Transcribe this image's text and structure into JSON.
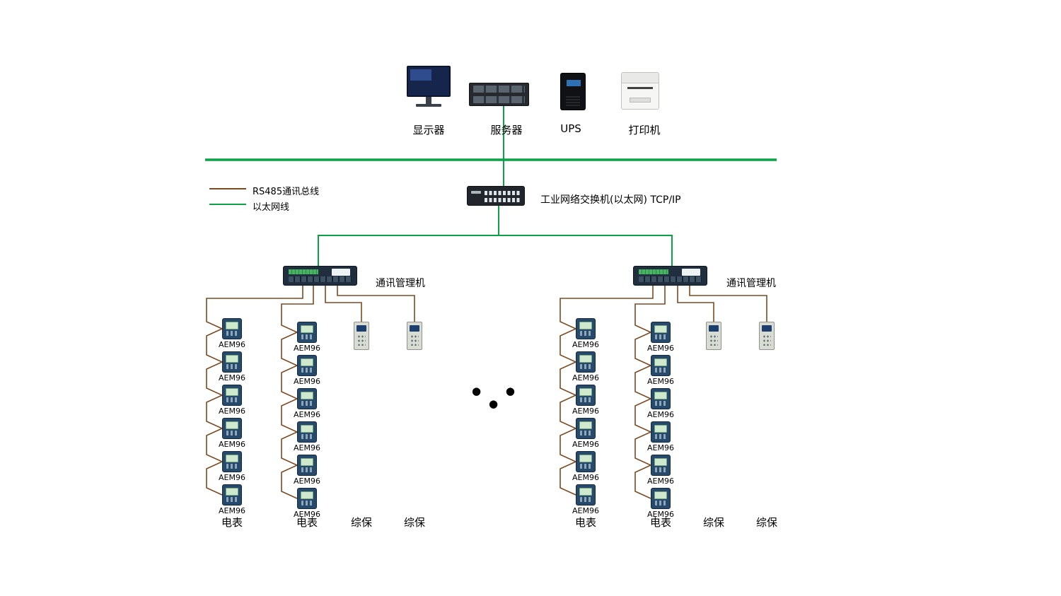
{
  "legend": {
    "items": [
      {
        "name": "rs485-bus",
        "label": "RS485通讯总线",
        "color": "#7b4a21"
      },
      {
        "name": "ethernet",
        "label": "以太网线",
        "color": "#0aa147"
      }
    ]
  },
  "devices": {
    "monitor": {
      "label": "显示器"
    },
    "server": {
      "label": "服务器"
    },
    "ups": {
      "label": "UPS"
    },
    "printer": {
      "label": "打印机"
    },
    "switch": {
      "label": "工业网络交换机(以太网) TCP/IP"
    },
    "manager_left": {
      "label": "通讯管理机"
    },
    "manager_right": {
      "label": "通讯管理机"
    }
  },
  "meter_label": "AEM96",
  "bottom_labels": {
    "meter": "电表",
    "protection": "综保"
  },
  "ellipsis": "● ● ●",
  "colors": {
    "ethernet": "#0aa147",
    "rs485": "#7b4a21"
  },
  "structure": {
    "groups": [
      {
        "side": "left",
        "meter_columns": [
          {
            "meters": 6
          },
          {
            "meters": 6
          }
        ],
        "protection_count": 2
      },
      {
        "side": "right",
        "meter_columns": [
          {
            "meters": 6
          },
          {
            "meters": 6
          }
        ],
        "protection_count": 2
      }
    ]
  }
}
